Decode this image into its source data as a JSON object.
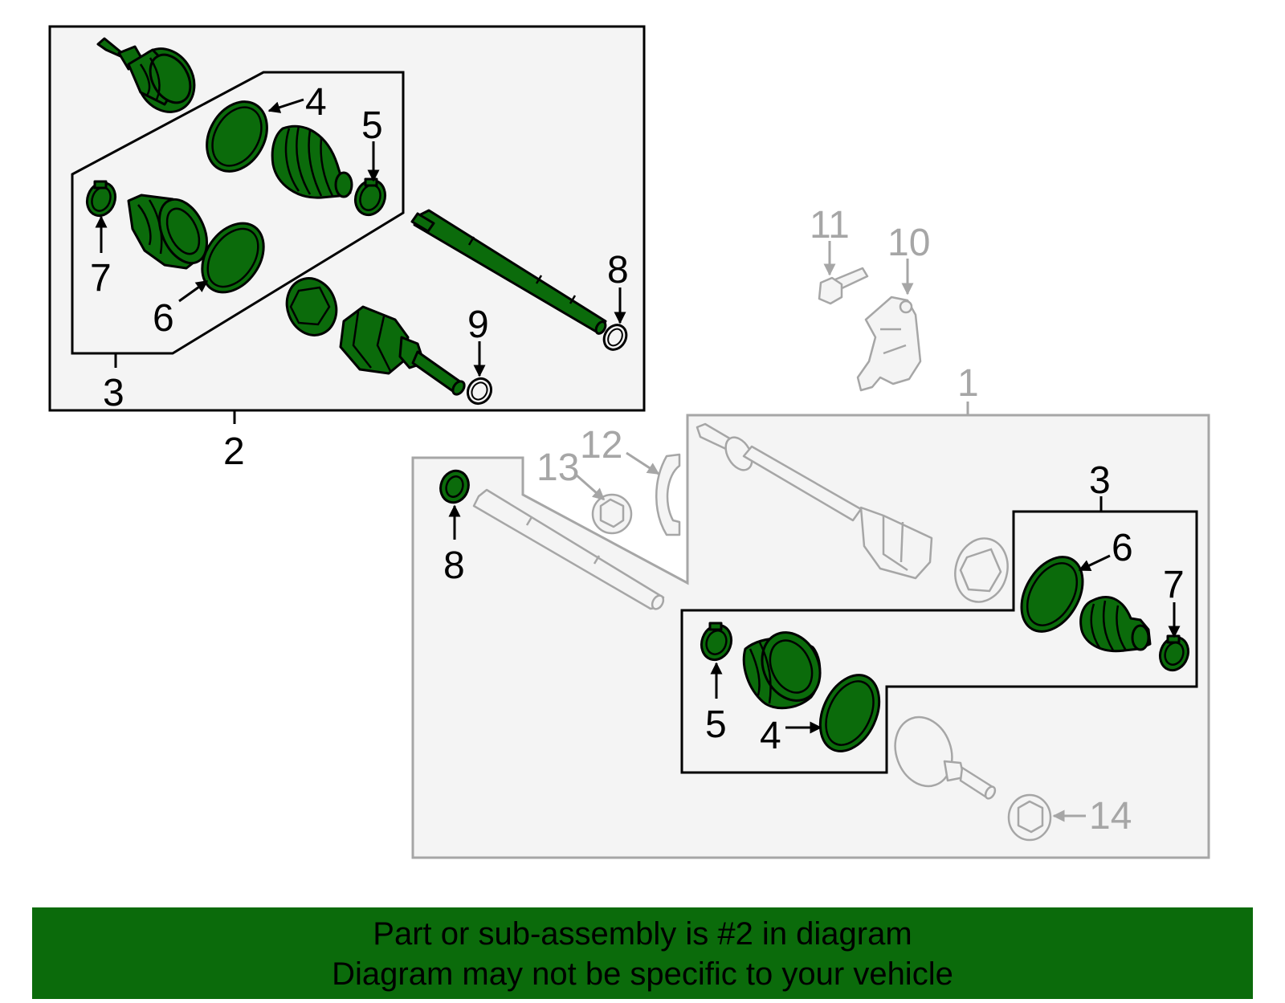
{
  "labels": {
    "group2": {
      "n1": "1",
      "n2": "2",
      "n3": "3",
      "n4": "4",
      "n5": "5",
      "n6": "6",
      "n7": "7",
      "n8": "8",
      "n9": "9"
    },
    "group1": {
      "n3": "3",
      "n4": "4",
      "n5": "5",
      "n6": "6",
      "n7": "7",
      "n8": "8",
      "n10": "10",
      "n11": "11",
      "n12": "12",
      "n13": "13",
      "n14": "14"
    }
  },
  "banner": {
    "line1": "Part or sub-assembly is #2 in diagram",
    "line2": "Diagram may not be specific to your vehicle"
  },
  "colors": {
    "highlight_part": "#0b6b0b",
    "banner_bg": "#0b6b0b",
    "muted": "#a6a6a6",
    "outline": "#000000"
  }
}
